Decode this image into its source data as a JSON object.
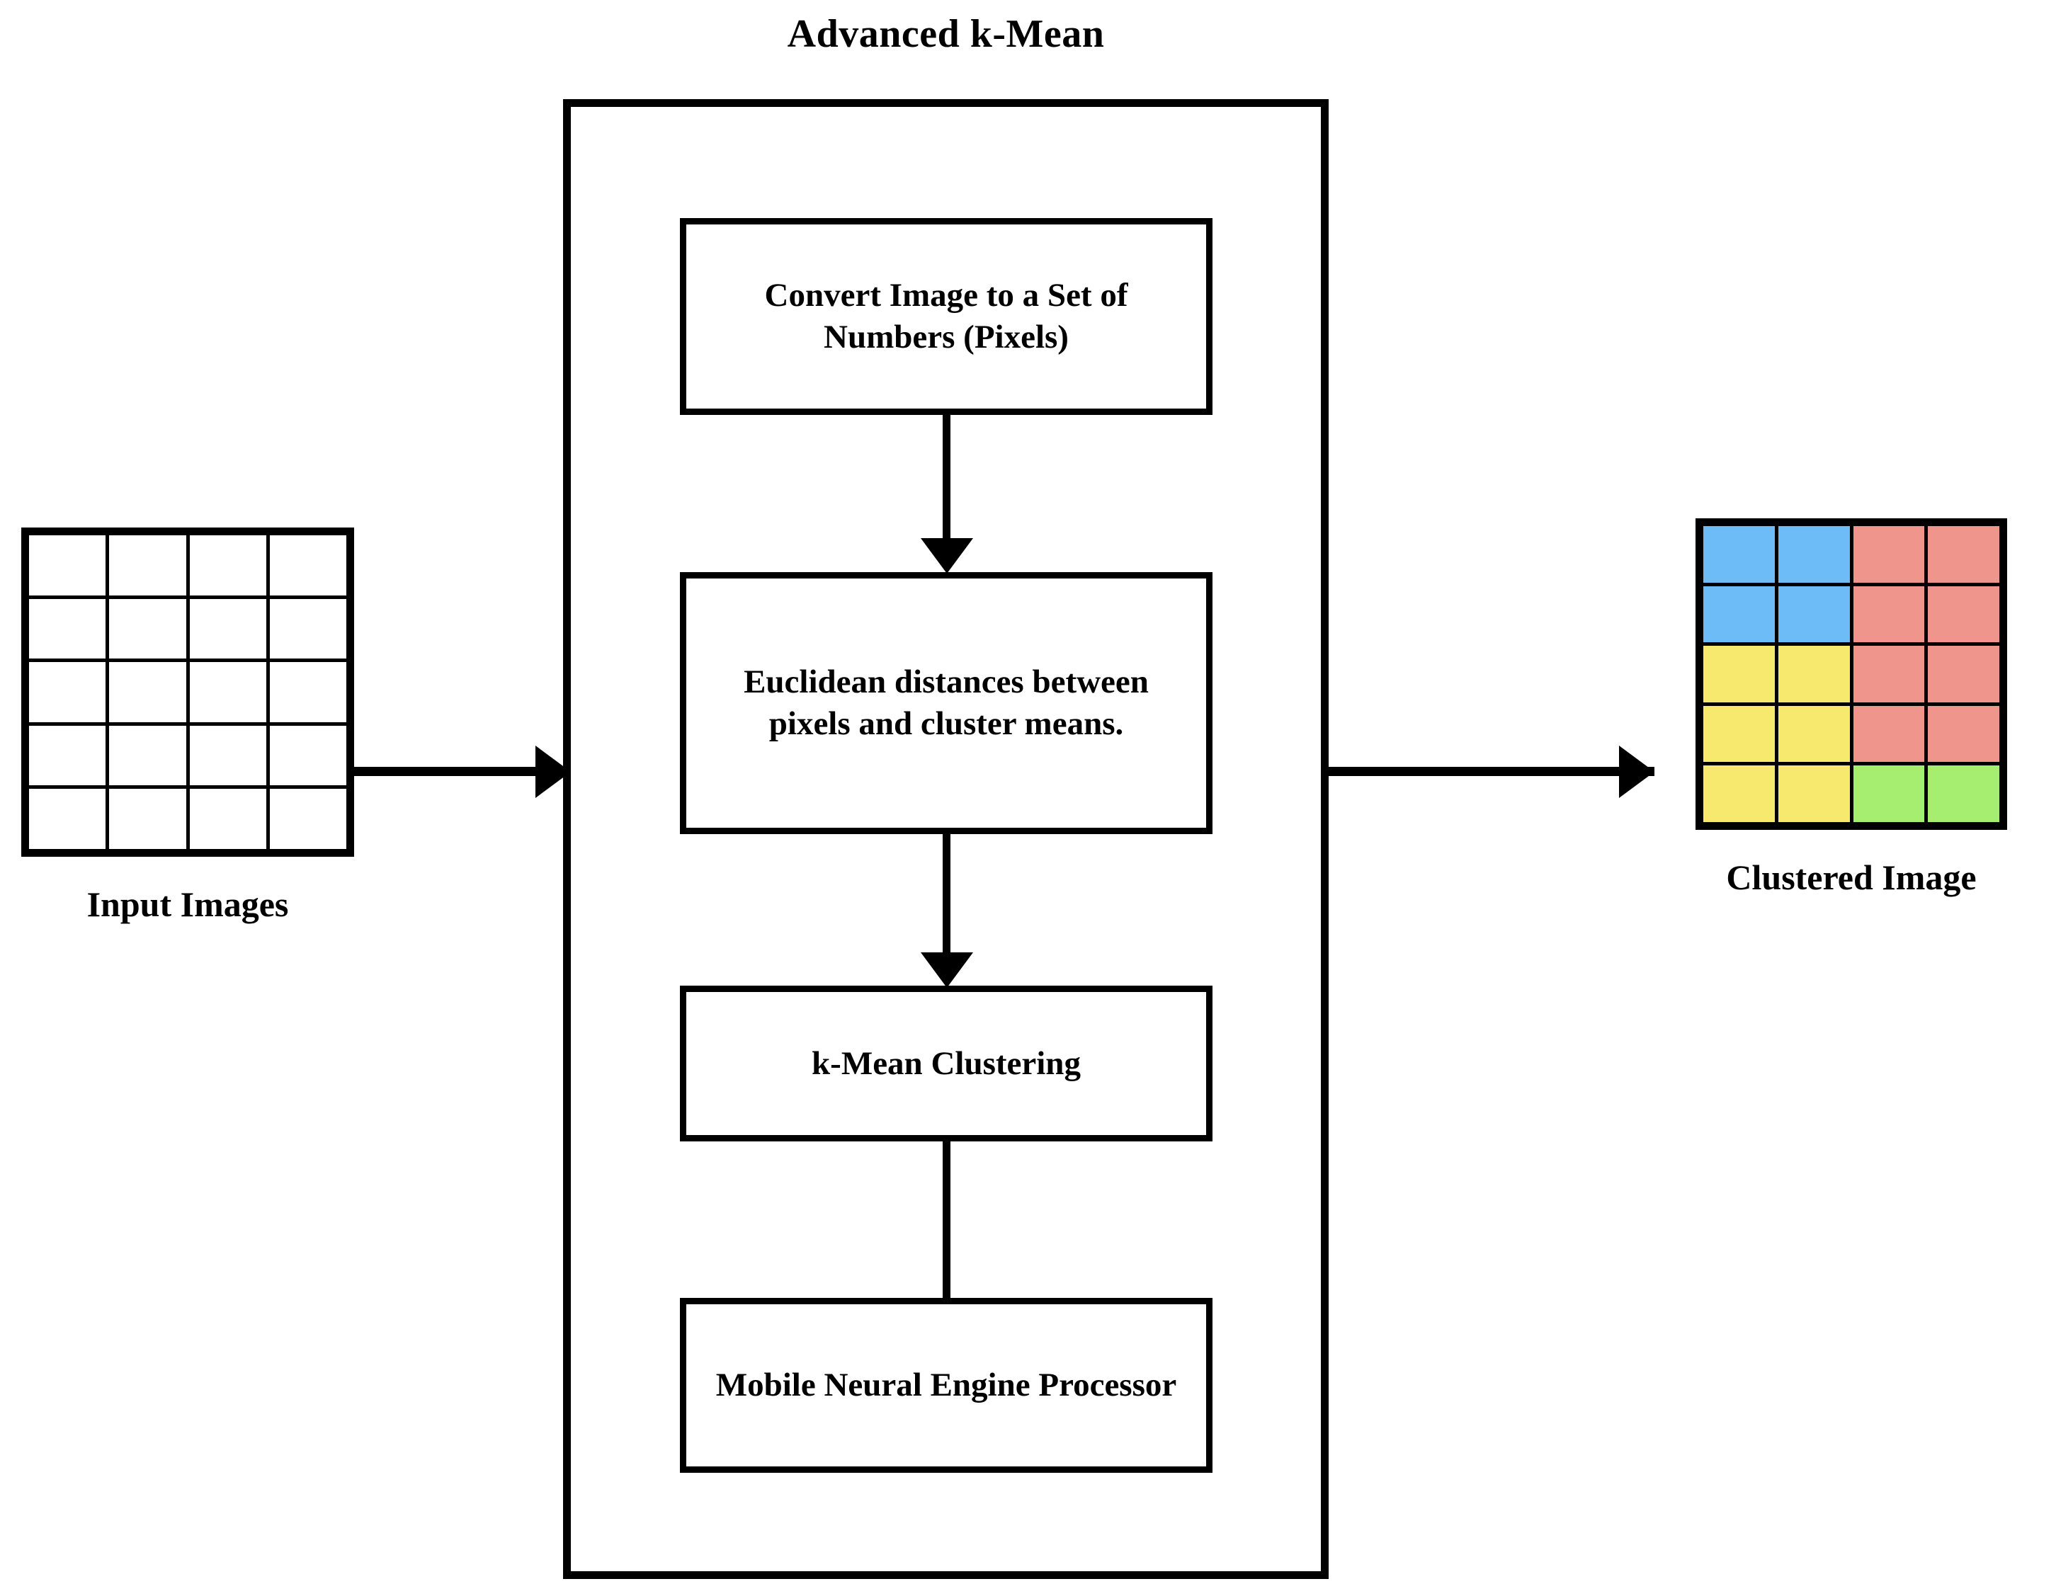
{
  "diagram": {
    "title": "Advanced k-Mean",
    "type": "flowchart"
  },
  "input": {
    "caption": "Input Images",
    "grid": {
      "columns": 4,
      "rows": 5,
      "cells": [
        [
          "#ffffff",
          "#ffffff",
          "#ffffff",
          "#ffffff"
        ],
        [
          "#ffffff",
          "#ffffff",
          "#ffffff",
          "#ffffff"
        ],
        [
          "#ffffff",
          "#ffffff",
          "#ffffff",
          "#ffffff"
        ],
        [
          "#ffffff",
          "#ffffff",
          "#ffffff",
          "#ffffff"
        ],
        [
          "#ffffff",
          "#ffffff",
          "#ffffff",
          "#ffffff"
        ]
      ]
    }
  },
  "pipeline": {
    "steps": [
      {
        "id": "convert",
        "label": "Convert Image to a Set of Numbers (Pixels)"
      },
      {
        "id": "euclidean",
        "label": "Euclidean distances between pixels and cluster means."
      },
      {
        "id": "kmean",
        "label": "k-Mean Clustering"
      },
      {
        "id": "processor",
        "label": "Mobile Neural Engine Processor"
      }
    ],
    "connectors": [
      {
        "from": "convert",
        "to": "euclidean",
        "arrowhead": true
      },
      {
        "from": "euclidean",
        "to": "kmean",
        "arrowhead": true
      },
      {
        "from": "kmean",
        "to": "processor",
        "arrowhead": false
      }
    ]
  },
  "output": {
    "caption": "Clustered Image",
    "grid": {
      "columns": 4,
      "rows": 5,
      "cells": [
        [
          "#6ebcf7",
          "#6ebcf7",
          "#f0958b",
          "#f0958b"
        ],
        [
          "#6ebcf7",
          "#6ebcf7",
          "#f0958b",
          "#f0958b"
        ],
        [
          "#f7e96e",
          "#f7e96e",
          "#f0958b",
          "#f0958b"
        ],
        [
          "#f7e96e",
          "#f7e96e",
          "#f0958b",
          "#f0958b"
        ],
        [
          "#f7e96e",
          "#f7e96e",
          "#a5ee70",
          "#a5ee70"
        ]
      ]
    },
    "cluster_colors": {
      "blue": "#6ebcf7",
      "salmon": "#f0958b",
      "yellow": "#f7e96e",
      "green": "#a5ee70"
    }
  },
  "colors": {
    "stroke": "#000000",
    "background": "#ffffff"
  }
}
